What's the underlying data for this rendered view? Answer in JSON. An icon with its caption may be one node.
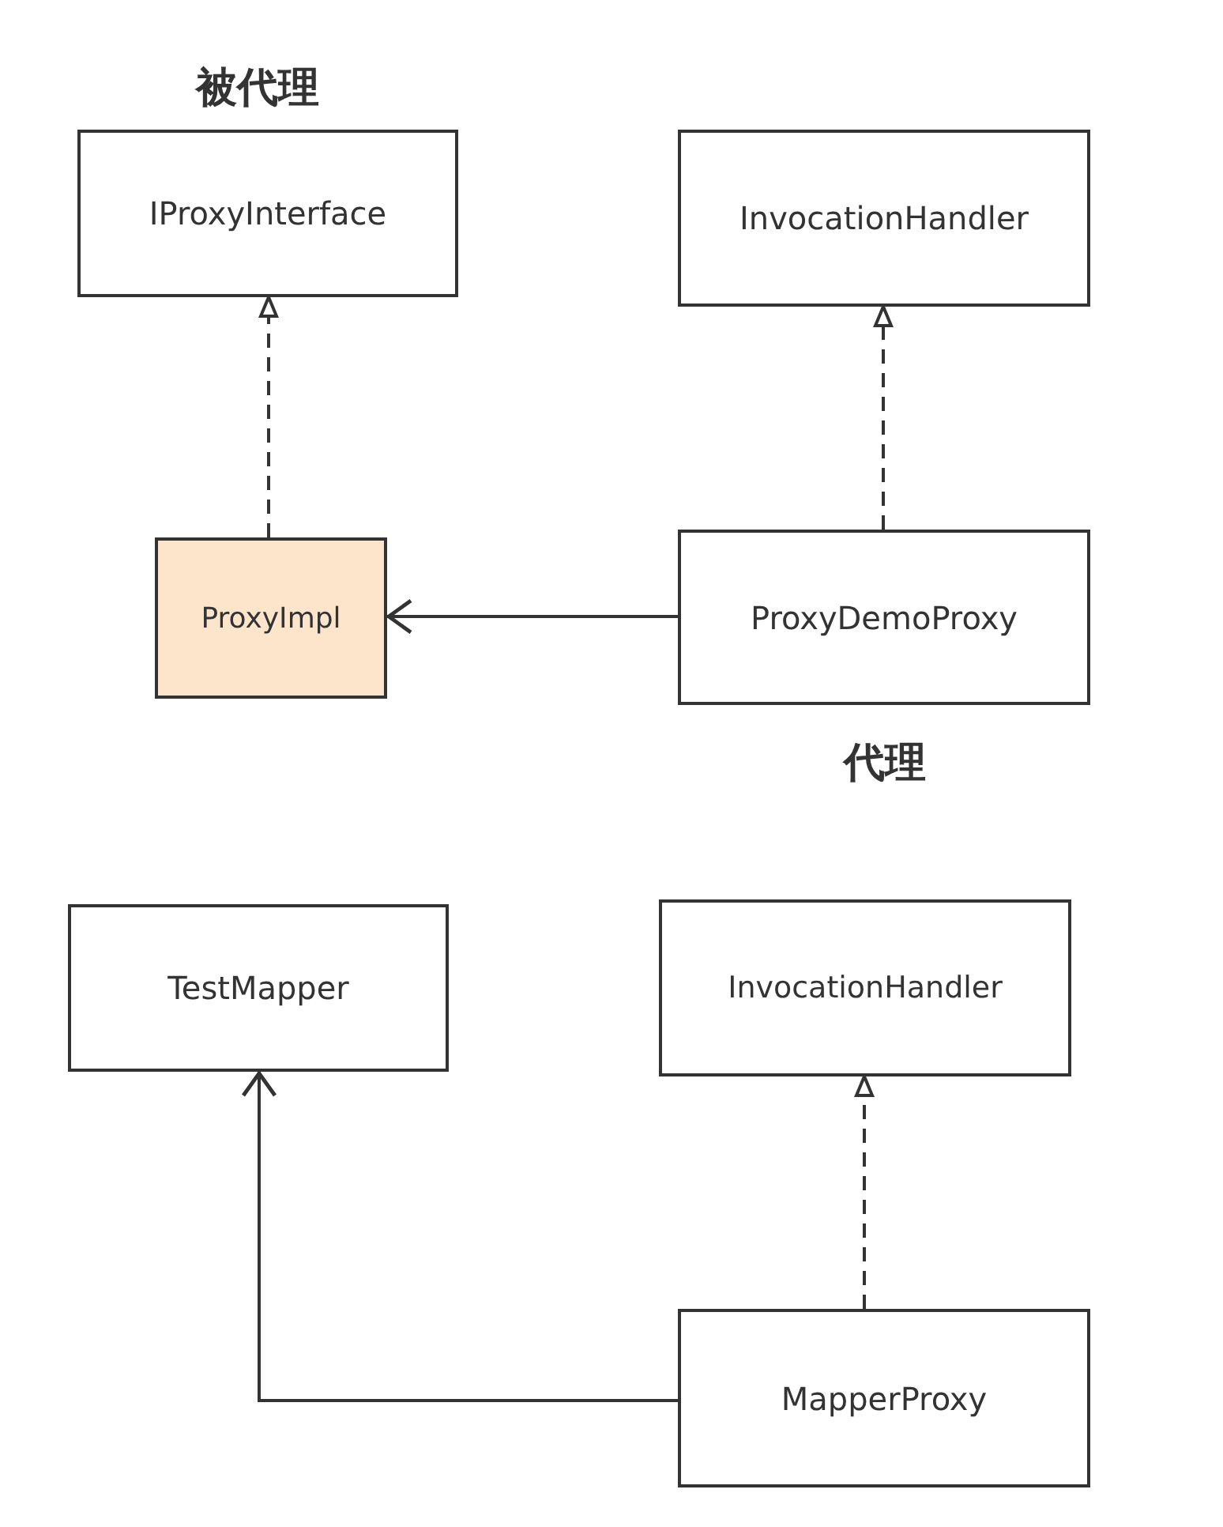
{
  "diagram": {
    "nodes": [
      {
        "text": [
          "IProxyInterface"
        ],
        "beside": [
          "被代理"
        ]
      },
      {
        "text": [
          "InvocationHandler"
        ]
      },
      {
        "text": [
          "ProxyImpl"
        ]
      },
      {
        "text": [
          "ProxyDemoProxy"
        ],
        "beside": [
          "代理"
        ]
      },
      {
        "text": [
          "TestMapper"
        ]
      },
      {
        "text": [
          "InvocationHandler"
        ]
      },
      {
        "text": [
          "MapperProxy"
        ]
      }
    ],
    "edges": [
      {
        "from": 2,
        "to": 0,
        "arrow": "to",
        "style": "dashed"
      },
      {
        "from": 3,
        "to": 1,
        "arrow": "to",
        "style": "dashed"
      },
      {
        "from": 3,
        "to": 2,
        "arrow": "to"
      },
      {
        "from": 6,
        "to": 4,
        "arrow": "to"
      },
      {
        "from": 6,
        "to": 5,
        "arrow": "to",
        "style": "dashed"
      }
    ]
  }
}
